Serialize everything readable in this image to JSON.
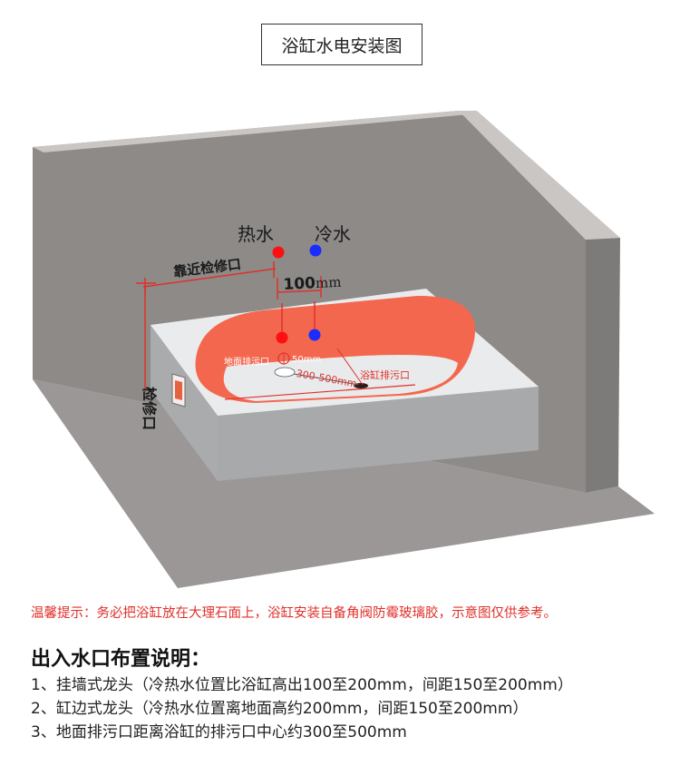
{
  "title": "浴缸水电安装图",
  "labels": {
    "hot_water": "热水",
    "cold_water": "冷水",
    "near_access": "靠近检修口",
    "spacing": "100",
    "spacing_unit": "mm",
    "floor_drain": "地面排污口",
    "drain_diameter": "50mm",
    "drain_distance": "300-500mm",
    "tub_drain": "浴缸排污口",
    "access_port": "检修口"
  },
  "colors": {
    "hot": "#ff1010",
    "cold": "#1a2cff",
    "accent_red": "#e0312b",
    "basin_fill": "#f4674f",
    "wall": "#8d8a88",
    "floor": "#9a9796"
  },
  "warning": "温馨提示：务必把浴缸放在大理石面上，浴缸安装自备角阀防霉玻璃胶，示意图仅供参考。",
  "section_title": "出入水口布置说明：",
  "notes": [
    "1、挂墙式龙头（冷热水位置比浴缸高出100至200mm，间距150至200mm）",
    "2、缸边式龙头（冷热水位置离地面高约200mm，间距150至200mm）",
    "3、地面排污口距离浴缸的排污口中心约300至500mm"
  ]
}
